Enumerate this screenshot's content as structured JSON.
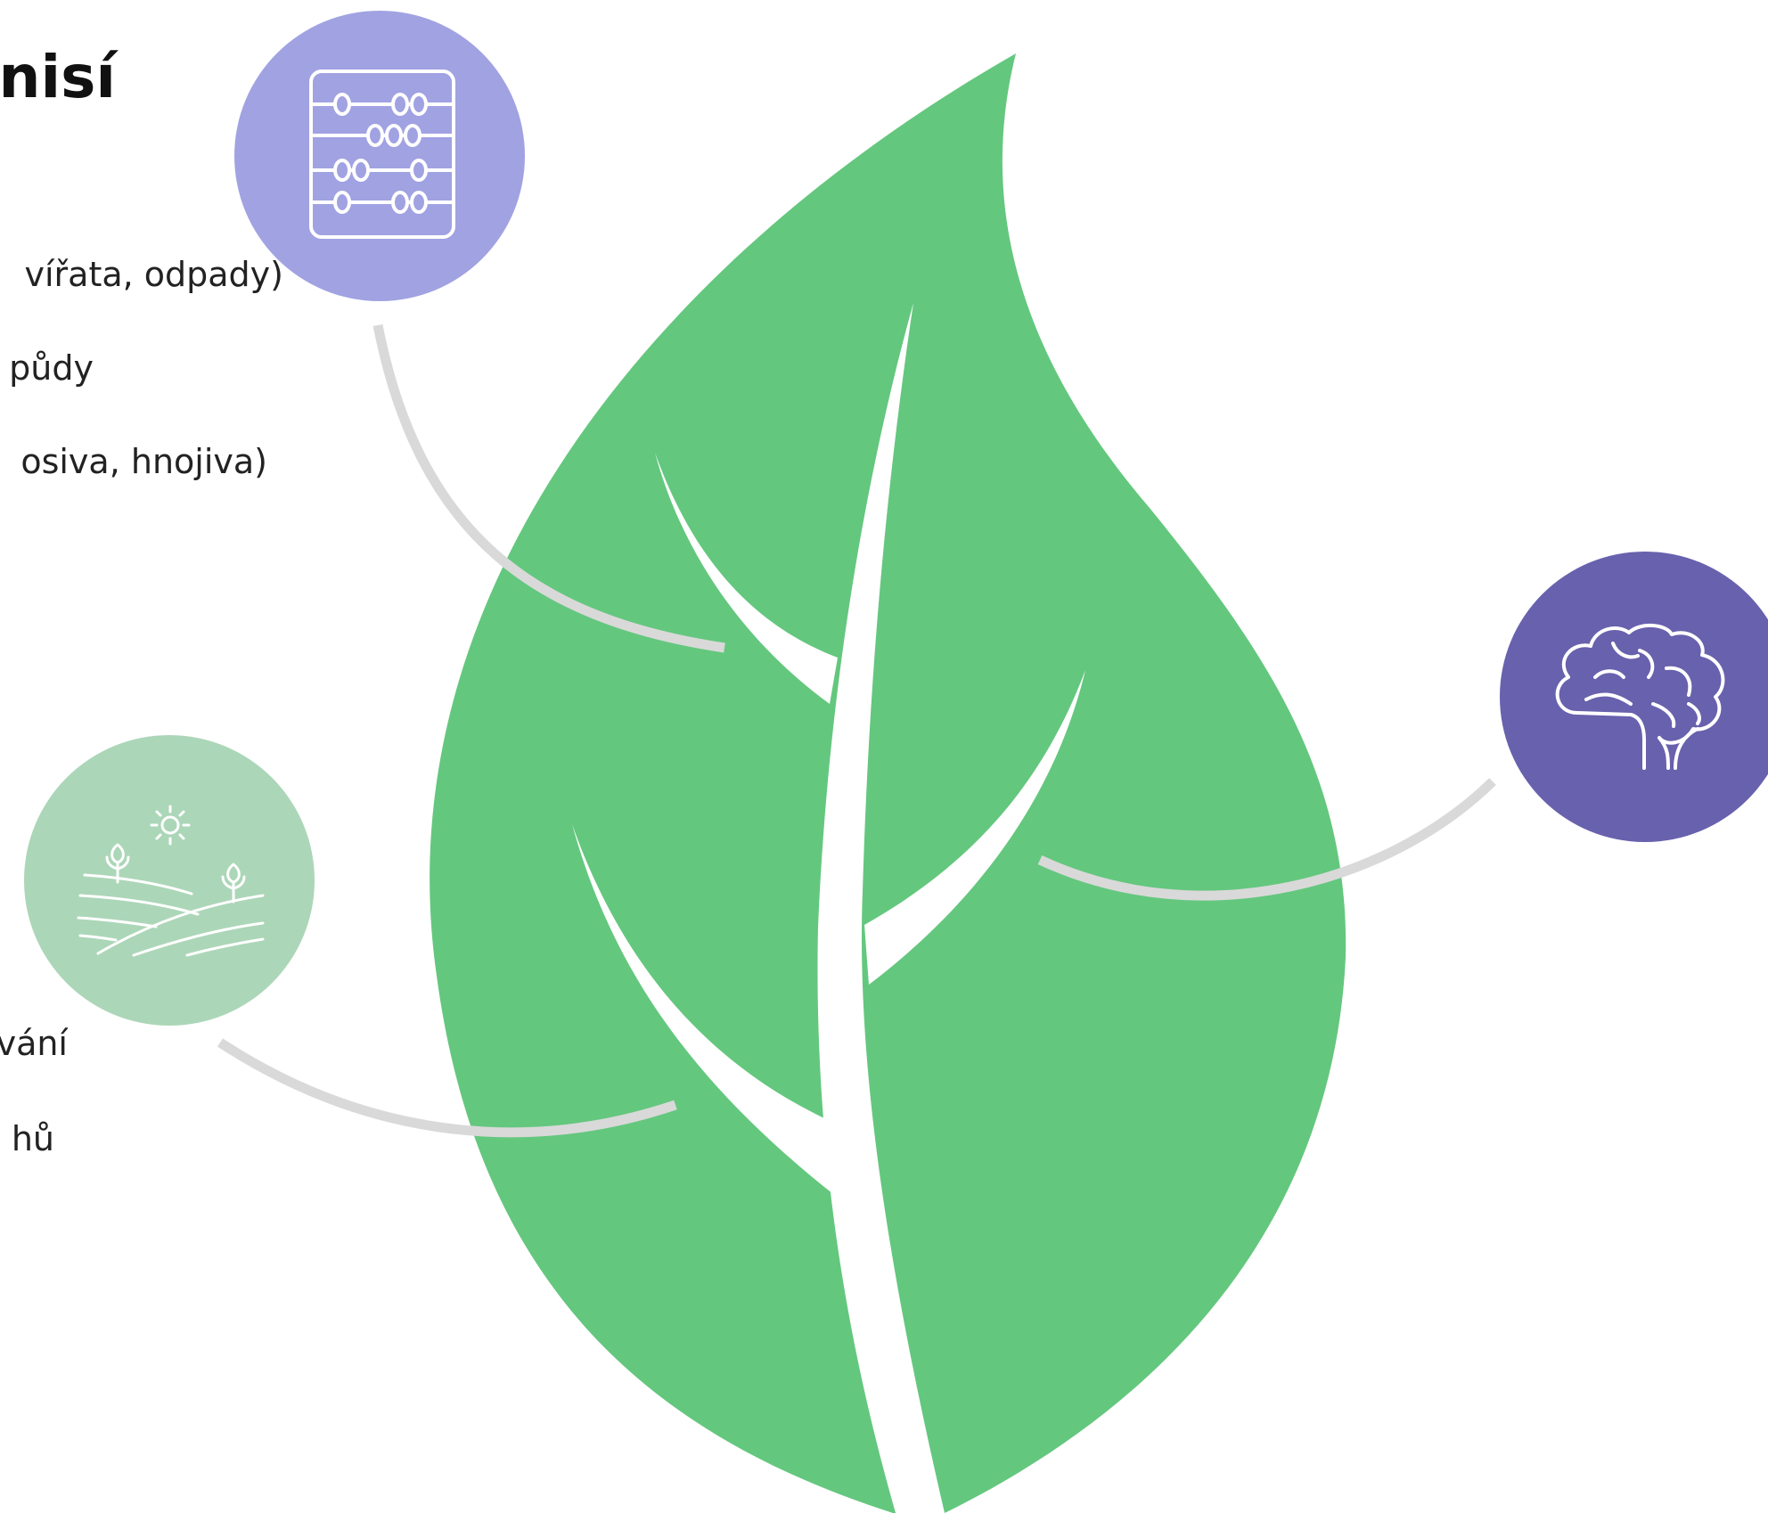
{
  "heading": "nisí",
  "left_text_top": [
    "vířata, odpady)",
    "půdy",
    "osiva, hnojiva)"
  ],
  "left_text_bottom": [
    "vání",
    "hů"
  ],
  "colors": {
    "leaf": "#64c77e",
    "vein": "#ffffff",
    "connector": "#d9d9d9",
    "abacus_circle": "#a1a2e2",
    "brain_circle": "#6861ad",
    "field_circle": "#acd6b8",
    "icon_stroke": "#ffffff",
    "text": "#222222"
  },
  "icons": [
    "abacus-icon",
    "brain-icon",
    "farm-field-icon"
  ]
}
